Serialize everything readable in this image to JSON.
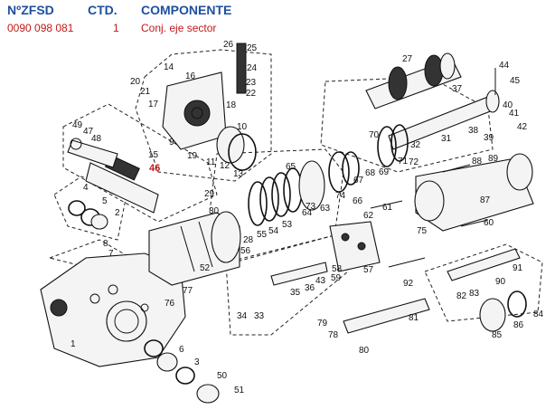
{
  "header": {
    "col_part_no": "NºZFSD",
    "col_qty": "CTD.",
    "col_component": "COMPONENTE"
  },
  "selected_row": {
    "part_no": "0090 098 081",
    "qty": "1",
    "component": "Conj. eje sector"
  },
  "diagram": {
    "highlighted_callout": "46",
    "callouts": [
      "1",
      "2",
      "3",
      "4",
      "5",
      "6",
      "7",
      "8",
      "9",
      "10",
      "11",
      "12",
      "13",
      "14",
      "15",
      "16",
      "17",
      "18",
      "19",
      "20",
      "21",
      "22",
      "23",
      "24",
      "25",
      "26",
      "27",
      "28",
      "29",
      "30",
      "31",
      "32",
      "33",
      "34",
      "35",
      "36",
      "37",
      "38",
      "39",
      "40",
      "41",
      "42",
      "43",
      "44",
      "45",
      "46",
      "47",
      "48",
      "49",
      "50",
      "51",
      "52",
      "53",
      "54",
      "55",
      "56",
      "57",
      "58",
      "59",
      "60",
      "61",
      "62",
      "63",
      "64",
      "65",
      "66",
      "67",
      "68",
      "69",
      "70",
      "71",
      "72",
      "73",
      "74",
      "75",
      "76",
      "77",
      "78",
      "79",
      "80",
      "81",
      "82",
      "83",
      "84",
      "85",
      "86",
      "87",
      "88",
      "89",
      "90",
      "91",
      "92"
    ]
  }
}
